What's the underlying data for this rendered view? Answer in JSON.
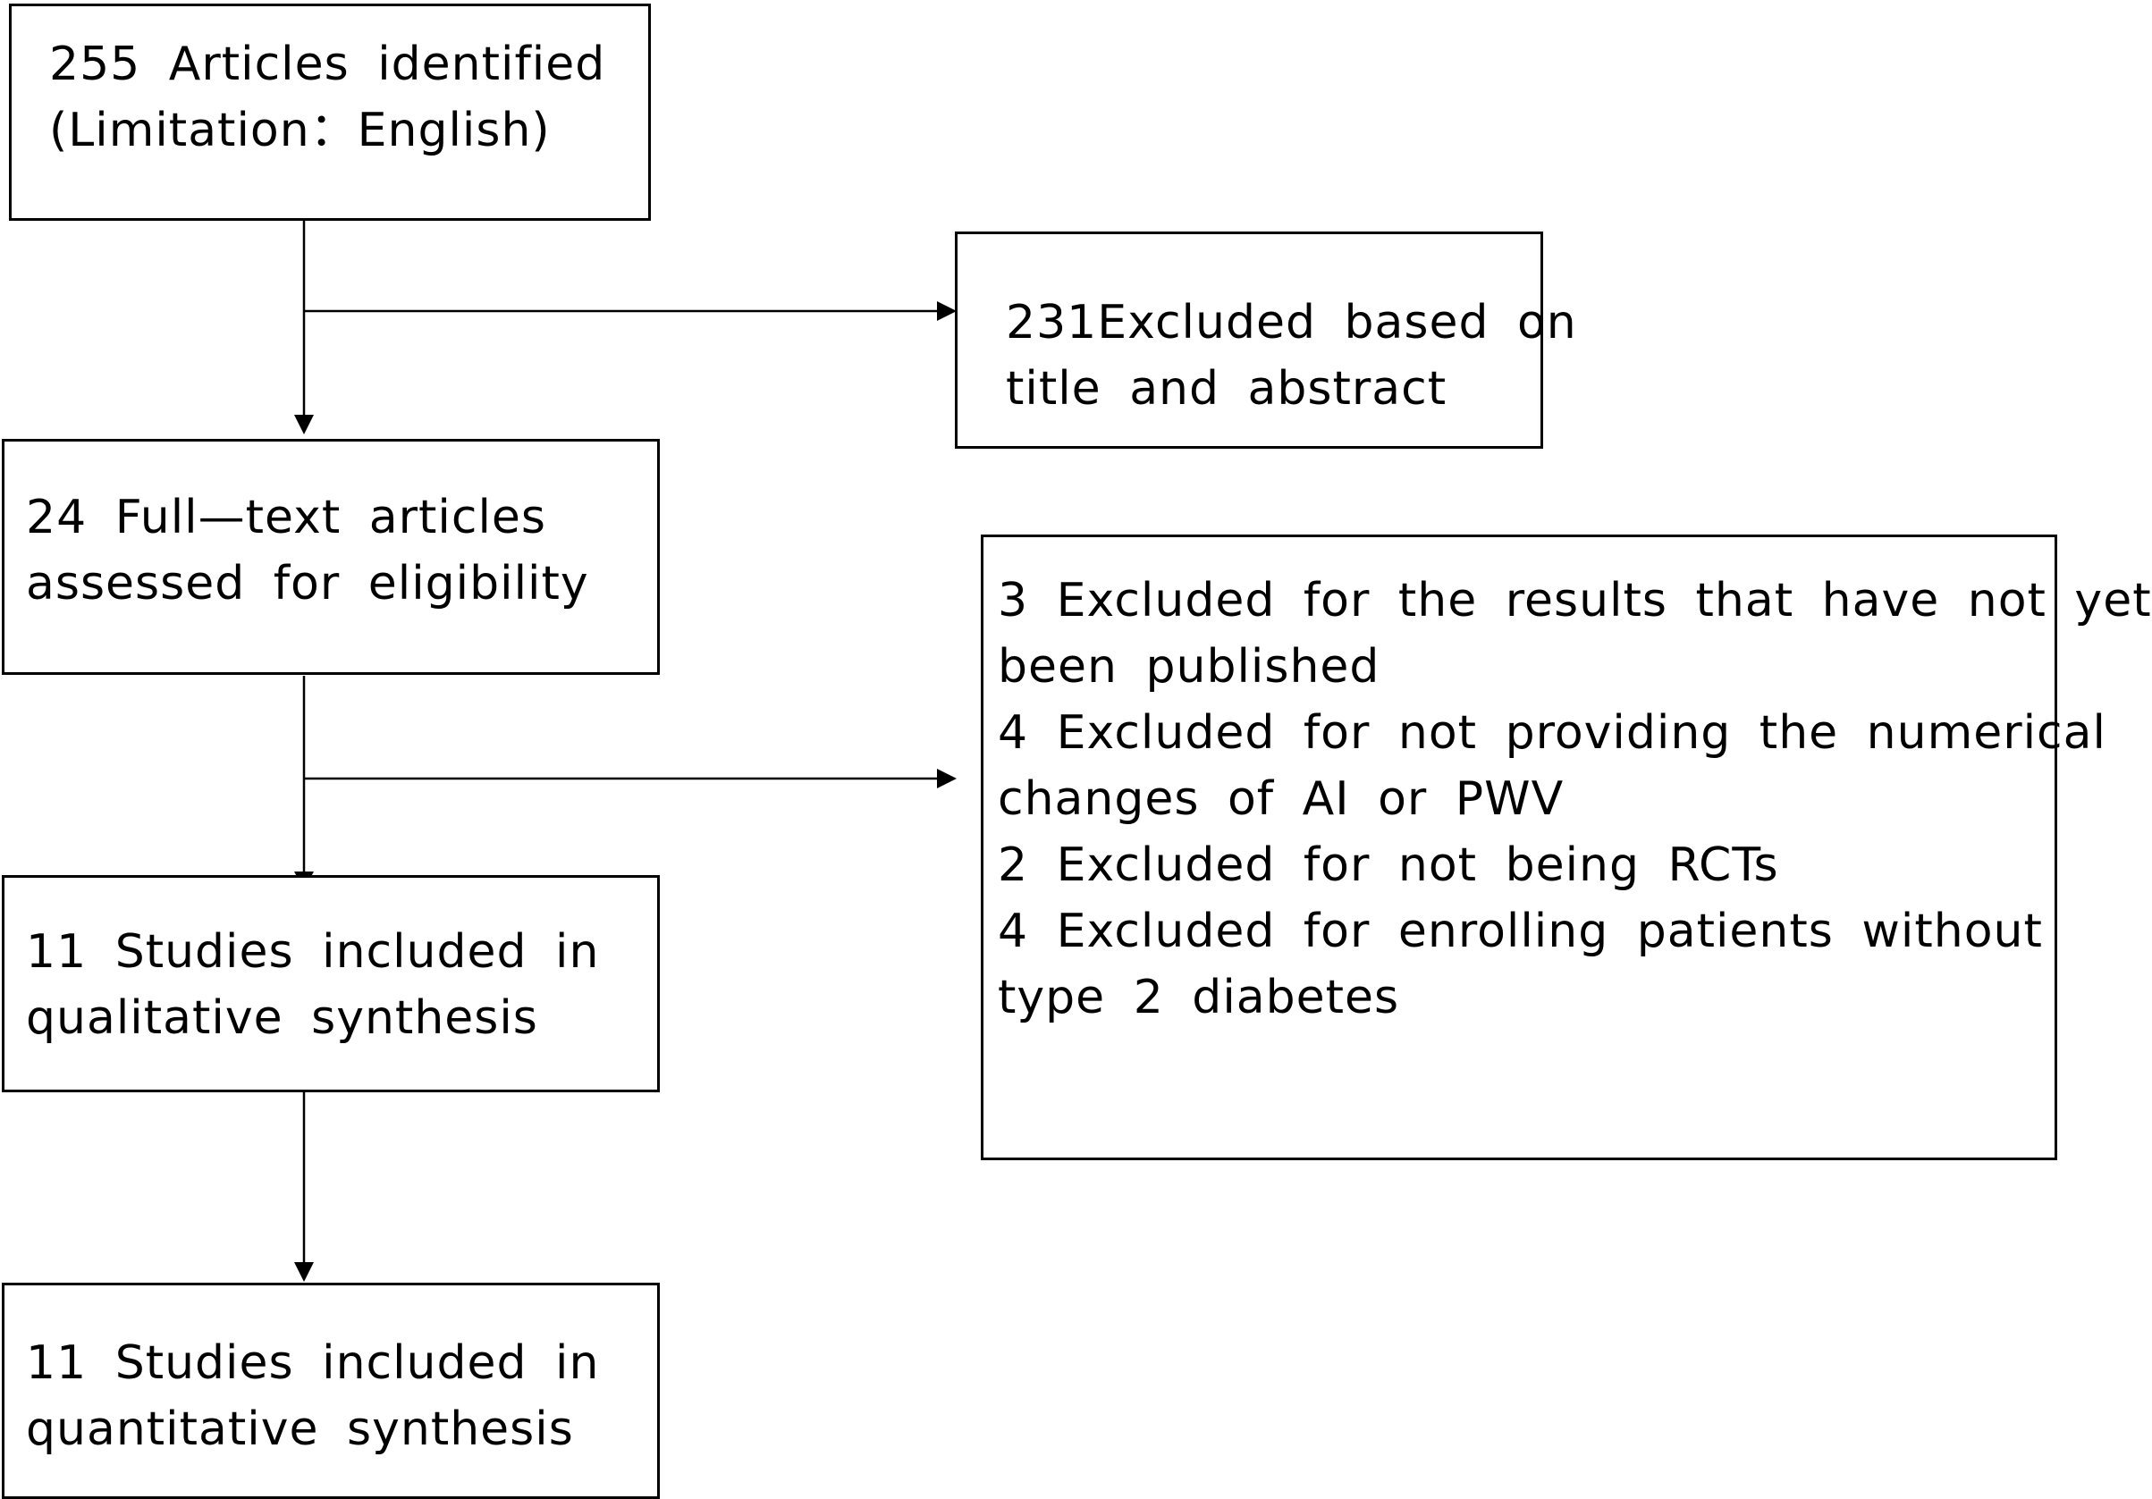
{
  "diagram": {
    "identification": {
      "lines": [
        "255 Articles identified",
        "(Limitation：English)"
      ]
    },
    "screening_exclusion": {
      "lines": [
        "231Excluded based on",
        "title and abstract"
      ]
    },
    "eligibility": {
      "lines": [
        "24 Full—text articles",
        "assessed for eligibility"
      ]
    },
    "eligibility_exclusions": {
      "lines": [
        "3 Excluded for the results that have not yet",
        "been published",
        "4 Excluded for not providing the numerical",
        "changes of AI or PWV",
        "2 Excluded for not being RCTs",
        "4 Excluded for enrolling patients without",
        "type 2 diabetes"
      ]
    },
    "qualitative": {
      "lines": [
        "11 Studies included in",
        "qualitative synthesis"
      ]
    },
    "quantitative": {
      "lines": [
        "11 Studies included in",
        "quantitative synthesis"
      ]
    }
  }
}
